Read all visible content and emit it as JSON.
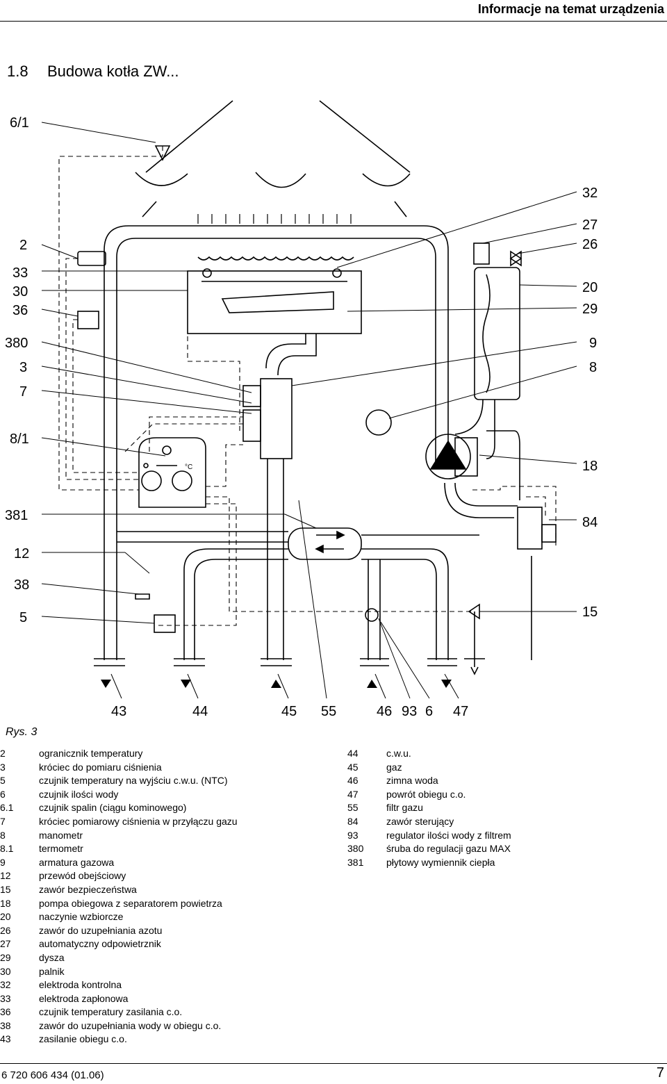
{
  "header": {
    "title": "Informacje na temat urządzenia"
  },
  "section": {
    "number": "1.8",
    "title": "Budowa kotła ZW..."
  },
  "diagram": {
    "callouts_left": [
      "6/1",
      "2",
      "33",
      "30",
      "36",
      "380",
      "3",
      "7",
      "8/1",
      "381",
      "12",
      "38",
      "5"
    ],
    "callouts_right": [
      "32",
      "27",
      "26",
      "20",
      "29",
      "9",
      "8",
      "18",
      "84",
      "15"
    ],
    "callouts_bottom": [
      "43",
      "44",
      "45",
      "55",
      "46",
      "93",
      "6",
      "47"
    ],
    "control_panel_unit": "°C"
  },
  "caption": "Rys. 3",
  "legend_left": [
    {
      "code": "2",
      "text": "ogranicznik temperatury"
    },
    {
      "code": "3",
      "text": "króciec do pomiaru ciśnienia"
    },
    {
      "code": "5",
      "text": "czujnik temperatury na wyjściu c.w.u. (NTC)"
    },
    {
      "code": "6",
      "text": "czujnik ilości wody"
    },
    {
      "code": "6.1",
      "text": "czujnik spalin (ciągu kominowego)"
    },
    {
      "code": "7",
      "text": "króciec pomiarowy ciśnienia w przyłączu gazu"
    },
    {
      "code": "8",
      "text": "manometr"
    },
    {
      "code": "8.1",
      "text": "termometr"
    },
    {
      "code": "9",
      "text": "armatura gazowa"
    },
    {
      "code": "12",
      "text": "przewód obejściowy"
    },
    {
      "code": "15",
      "text": "zawór bezpieczeństwa"
    },
    {
      "code": "18",
      "text": "pompa obiegowa z separatorem powietrza"
    },
    {
      "code": "20",
      "text": "naczynie wzbiorcze"
    },
    {
      "code": "26",
      "text": "zawór do uzupełniania azotu"
    },
    {
      "code": "27",
      "text": "automatyczny odpowietrznik"
    },
    {
      "code": "29",
      "text": "dysza"
    },
    {
      "code": "30",
      "text": "palnik"
    },
    {
      "code": "32",
      "text": "elektroda kontrolna"
    },
    {
      "code": "33",
      "text": "elektroda zapłonowa"
    },
    {
      "code": "36",
      "text": "czujnik temperatury zasilania c.o."
    },
    {
      "code": "38",
      "text": "zawór do uzupełniania wody w obiegu c.o."
    },
    {
      "code": "43",
      "text": "zasilanie obiegu c.o."
    }
  ],
  "legend_right": [
    {
      "code": "44",
      "text": "c.w.u."
    },
    {
      "code": "45",
      "text": "gaz"
    },
    {
      "code": "46",
      "text": "zimna woda"
    },
    {
      "code": "47",
      "text": "powrót obiegu c.o."
    },
    {
      "code": "55",
      "text": "filtr gazu"
    },
    {
      "code": "84",
      "text": "zawór sterujący"
    },
    {
      "code": "93",
      "text": "regulator ilości wody z filtrem"
    },
    {
      "code": "380",
      "text": "śruba do regulacji gazu MAX"
    },
    {
      "code": "381",
      "text": "płytowy wymiennik ciepła"
    }
  ],
  "footer": {
    "doc_number": "6 720 606 434 (01.06)",
    "page": "7"
  }
}
